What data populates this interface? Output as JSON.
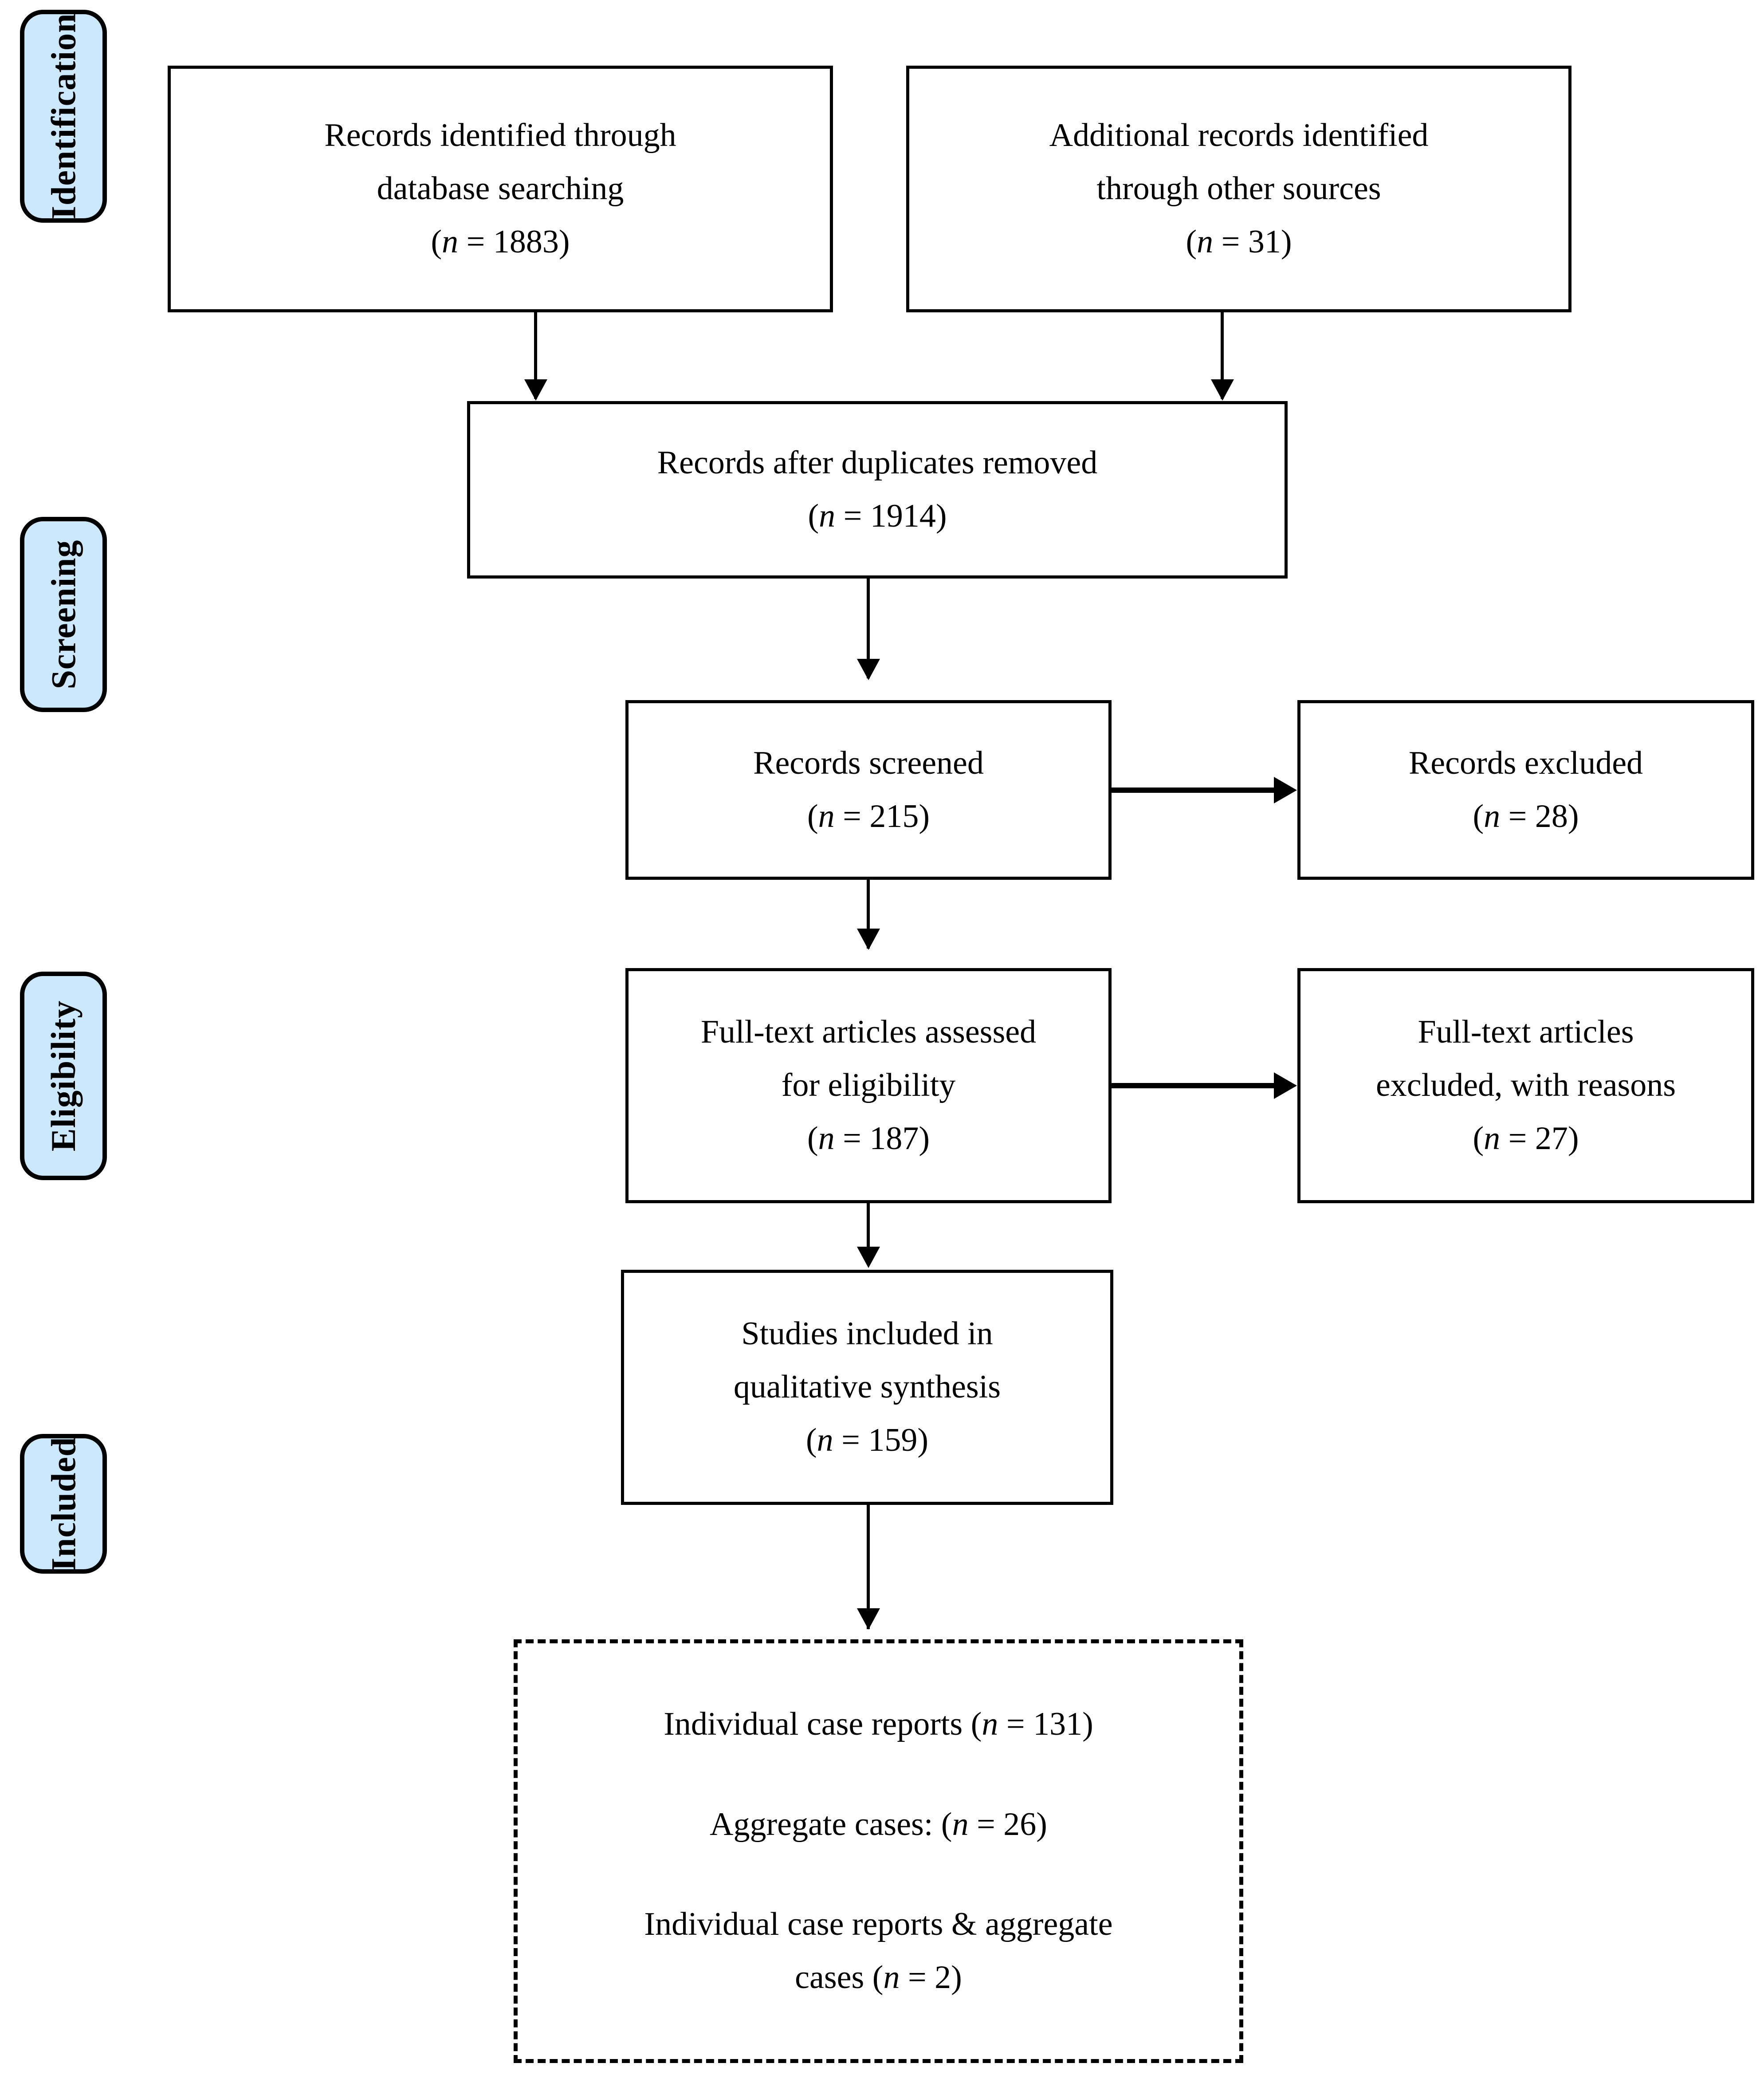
{
  "figure": {
    "type": "prisma-flow-diagram",
    "accent_color": "#cbe8fd",
    "line_color": "#000000",
    "background": "#ffffff"
  },
  "phases": [
    {
      "key": "identification",
      "label": "Identification"
    },
    {
      "key": "screening",
      "label": "Screening"
    },
    {
      "key": "eligibility",
      "label": "Eligibility"
    },
    {
      "key": "included",
      "label": "Included"
    }
  ],
  "boxes": {
    "db_search": {
      "l1": "Records identified through",
      "l2": "database searching",
      "n_open": "(",
      "n_var": "n",
      "n_val": " = 1883)"
    },
    "other_sources": {
      "l1": "Additional records identified",
      "l2": "through other sources",
      "n_open": "(",
      "n_var": "n",
      "n_val": " = 31)"
    },
    "duplicates_removed": {
      "l1": "Records after duplicates removed",
      "n_open": "(",
      "n_var": "n",
      "n_val": " = 1914)"
    },
    "records_screened": {
      "l1": "Records screened",
      "n_open": "(",
      "n_var": "n",
      "n_val": " = 215)"
    },
    "records_excluded": {
      "l1": "Records excluded",
      "n_open": "(",
      "n_var": "n",
      "n_val": " = 28)"
    },
    "fulltext_assessed": {
      "l1": "Full-text articles assessed",
      "l2": "for eligibility",
      "n_open": "(",
      "n_var": "n",
      "n_val": " = 187)"
    },
    "fulltext_excluded": {
      "l1": "Full-text articles",
      "l2": "excluded, with reasons",
      "n_open": "(",
      "n_var": "n",
      "n_val": " = 27)"
    },
    "qualitative_synthesis": {
      "l1": "Studies included in",
      "l2": "qualitative synthesis",
      "n_open": "(",
      "n_var": "n",
      "n_val": " = 159)"
    },
    "included_breakdown": {
      "r1_pre": "Individual case reports (",
      "r1_var": "n",
      "r1_post": " = 131)",
      "r2_pre": "Aggregate cases: (",
      "r2_var": "n",
      "r2_post": " = 26)",
      "r3_l1": "Individual case reports & aggregate",
      "r3_pre": "cases (",
      "r3_var": "n",
      "r3_post": " = 2)"
    }
  },
  "chart_data": {
    "type": "table",
    "title": "PRISMA flow diagram",
    "nodes": [
      {
        "id": "db_search",
        "stage": "Identification",
        "label": "Records identified through database searching",
        "n": 1883
      },
      {
        "id": "other_sources",
        "stage": "Identification",
        "label": "Additional records identified through other sources",
        "n": 31
      },
      {
        "id": "duplicates_removed",
        "stage": "Identification",
        "label": "Records after duplicates removed",
        "n": 1914
      },
      {
        "id": "records_screened",
        "stage": "Screening",
        "label": "Records screened",
        "n": 215
      },
      {
        "id": "records_excluded",
        "stage": "Screening",
        "label": "Records excluded",
        "n": 28
      },
      {
        "id": "fulltext_assessed",
        "stage": "Eligibility",
        "label": "Full-text articles assessed for eligibility",
        "n": 187
      },
      {
        "id": "fulltext_excluded",
        "stage": "Eligibility",
        "label": "Full-text articles excluded, with reasons",
        "n": 27
      },
      {
        "id": "qualitative_synthesis",
        "stage": "Included",
        "label": "Studies included in qualitative synthesis",
        "n": 159
      },
      {
        "id": "individual_case_reports",
        "stage": "Included",
        "label": "Individual case reports",
        "n": 131
      },
      {
        "id": "aggregate_cases",
        "stage": "Included",
        "label": "Aggregate cases",
        "n": 26
      },
      {
        "id": "individual_and_aggregate",
        "stage": "Included",
        "label": "Individual case reports & aggregate cases",
        "n": 2
      }
    ],
    "edges": [
      {
        "from": "db_search",
        "to": "duplicates_removed"
      },
      {
        "from": "other_sources",
        "to": "duplicates_removed"
      },
      {
        "from": "duplicates_removed",
        "to": "records_screened"
      },
      {
        "from": "records_screened",
        "to": "records_excluded"
      },
      {
        "from": "records_screened",
        "to": "fulltext_assessed"
      },
      {
        "from": "fulltext_assessed",
        "to": "fulltext_excluded"
      },
      {
        "from": "fulltext_assessed",
        "to": "qualitative_synthesis"
      },
      {
        "from": "qualitative_synthesis",
        "to": "included_breakdown"
      }
    ]
  }
}
